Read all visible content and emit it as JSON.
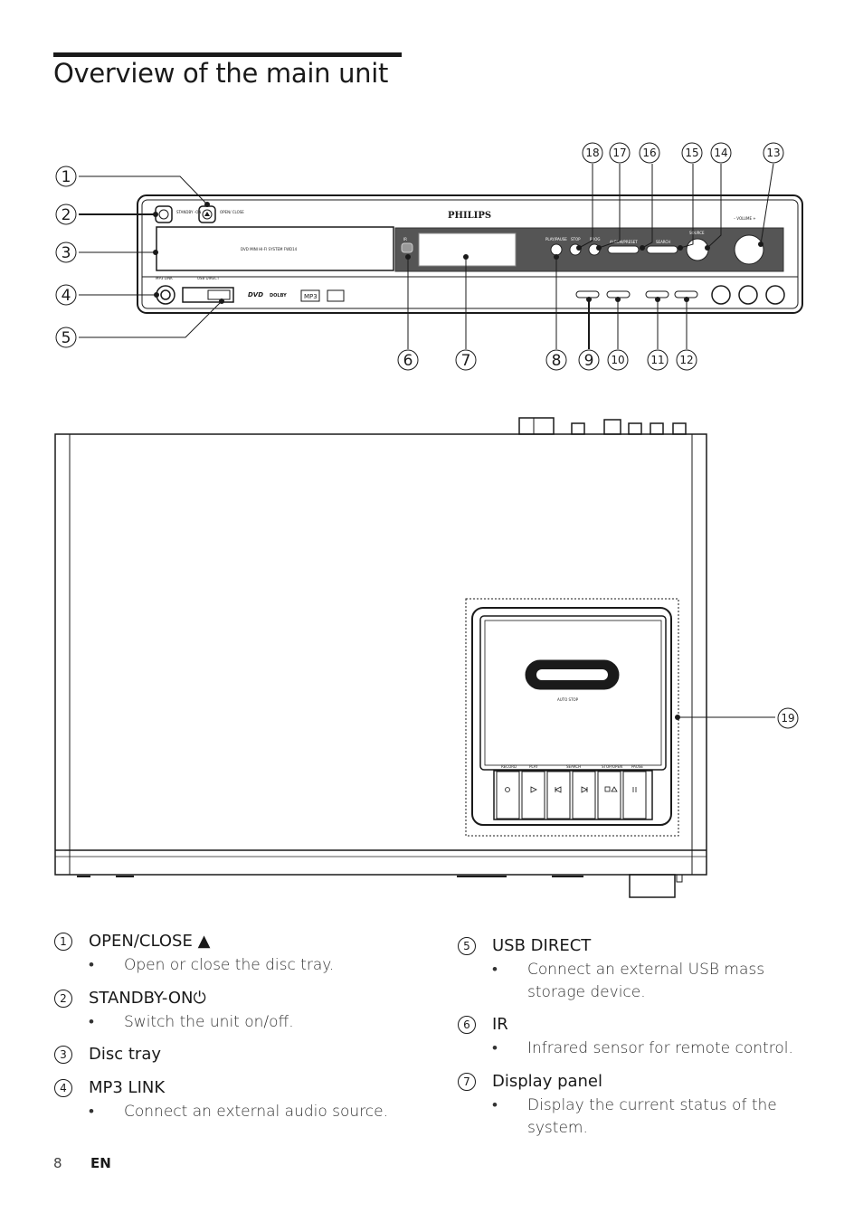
{
  "page": {
    "title": "Overview of the main unit",
    "page_number": "8",
    "language": "EN"
  },
  "device": {
    "brand": "PHILIPS",
    "model_label": "DVD MINI HI-FI SYSTEM FWD14",
    "labels": {
      "standby": "STANDBY -ON",
      "open_close": "OPEN/ CLOSE",
      "mp3_link": "MP3 LINK",
      "usb_direct": "USB DIRECT",
      "ir": "IR",
      "play_pause": "PLAY/PAUSE",
      "stop": "STOP",
      "prog": "PROG",
      "album_preset": "ALBUM/PRESET",
      "search": "SEARCH",
      "source": "SOURCE",
      "volume": "– VOLUME +",
      "auto_stop": "AUTO STOP",
      "record": "RECORD",
      "play": "PLAY",
      "cassette_search": "SEARCH",
      "stop_open": "STOP/OPEN",
      "pause": "PAUSE"
    }
  },
  "callouts": {
    "n1": "1",
    "n2": "2",
    "n3": "3",
    "n4": "4",
    "n5": "5",
    "n6": "6",
    "n7": "7",
    "n8": "8",
    "n9": "9",
    "n10": "10",
    "n11": "11",
    "n12": "12",
    "n13": "13",
    "n14": "14",
    "n15": "15",
    "n16": "16",
    "n17": "17",
    "n18": "18",
    "n19": "19"
  },
  "items": [
    {
      "num": "1",
      "label": "OPEN/CLOSE ▲",
      "desc": "Open or close the disc tray."
    },
    {
      "num": "2",
      "label": "STANDBY-ON⏻",
      "desc": "Switch the unit on/off."
    },
    {
      "num": "3",
      "label": "Disc tray",
      "desc": ""
    },
    {
      "num": "4",
      "label": "MP3 LINK",
      "desc": "Connect an external audio source."
    },
    {
      "num": "5",
      "label": "USB DIRECT",
      "desc": "Connect an external USB mass storage device."
    },
    {
      "num": "6",
      "label": "IR",
      "desc": "Infrared sensor for remote control."
    },
    {
      "num": "7",
      "label": "Display panel",
      "desc": "Display the current status of the system."
    }
  ],
  "bullet_char": "•"
}
